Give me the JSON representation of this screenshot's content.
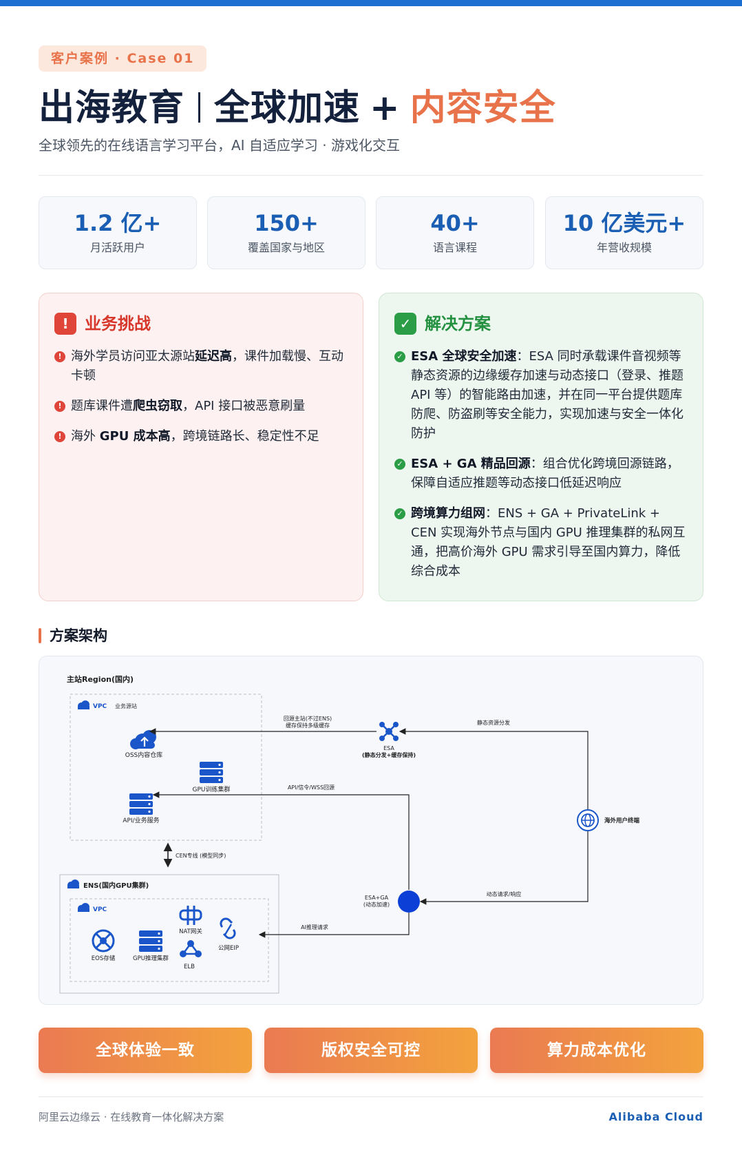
{
  "header": {
    "tag": "客户案例 · Case 01",
    "title_part1": "出海教育",
    "title_part2": "全球加速",
    "title_plus": "+",
    "title_highlight": "内容安全",
    "subtitle": "全球领先的在线语言学习平台，AI 自适应学习 · 游戏化交互"
  },
  "stats": [
    {
      "value": "1.2 亿+",
      "label": "月活跃用户"
    },
    {
      "value": "150+",
      "label": "覆盖国家与地区"
    },
    {
      "value": "40+",
      "label": "语言课程"
    },
    {
      "value": "10 亿美元+",
      "label": "年营收规模"
    }
  ],
  "challenge": {
    "icon": "!",
    "title": "业务挑战",
    "items": [
      {
        "pre": "海外学员访问亚太源站",
        "bold": "延迟高",
        "post": "，课件加载慢、互动卡顿"
      },
      {
        "pre": "题库课件遭",
        "bold": "爬虫窃取",
        "post": "，API 接口被恶意刷量"
      },
      {
        "pre": "海外 ",
        "bold": "GPU 成本高",
        "post": "，跨境链路长、稳定性不足"
      }
    ]
  },
  "solution": {
    "icon": "✓",
    "title": "解决方案",
    "items": [
      {
        "bold": "ESA 全球安全加速",
        "post": "：ESA 同时承载课件音视频等静态资源的边缘缓存加速与动态接口（登录、推题 API 等）的智能路由加速，并在同一平台提供题库防爬、防盗刷等安全能力，实现加速与安全一体化防护"
      },
      {
        "bold": "ESA + GA 精品回源",
        "post": "：组合优化跨境回源链路，保障自适应推题等动态接口低延迟响应"
      },
      {
        "bold": "跨境算力组网",
        "post": "：ENS + GA + PrivateLink + CEN 实现海外节点与国内 GPU 推理集群的私网互通，把高价海外 GPU 需求引导至国内算力，降低综合成本"
      }
    ]
  },
  "arch_section": {
    "title": "方案架构",
    "main_region": "主站Region(国内)",
    "vpc1_label": "VPC",
    "vpc1_sub": "业务源站",
    "oss": "OSS内容仓库",
    "gpu_train": "GPU训练集群",
    "api_service": "API/业务服务",
    "cen": "CEN专线 (模型同步)",
    "ens_region": "ENS(国内GPU集群)",
    "vpc2_label": "VPC",
    "eos": "EOS存储",
    "gpu_infer": "GPU推理集群",
    "nat": "NAT网关",
    "elb": "ELB",
    "eip": "公网EIP",
    "esa_label1": "ESA",
    "esa_label2": "(静态分发+缓存保持)",
    "esaga_label1": "ESA+GA",
    "esaga_label2": "(动态加速)",
    "users": "海外用户终端",
    "edge_origin1": "回源主站(不过ENS)",
    "edge_origin2": "缓存保持多级缓存",
    "edge_static": "静态资源分发",
    "edge_api": "API/信令/WSS回源",
    "edge_dynamic": "动态请求/响应",
    "edge_ai": "AI推理请求"
  },
  "buttons": [
    "全球体验一致",
    "版权安全可控",
    "算力成本优化"
  ],
  "footer": {
    "left": "阿里云边缘云 · 在线教育一体化解决方案",
    "right": "Alibaba Cloud"
  },
  "colors": {
    "brand_blue": "#1a6fd1",
    "accent_orange": "#e8734a",
    "challenge_red": "#e0453a",
    "solution_green": "#2a9d46"
  }
}
